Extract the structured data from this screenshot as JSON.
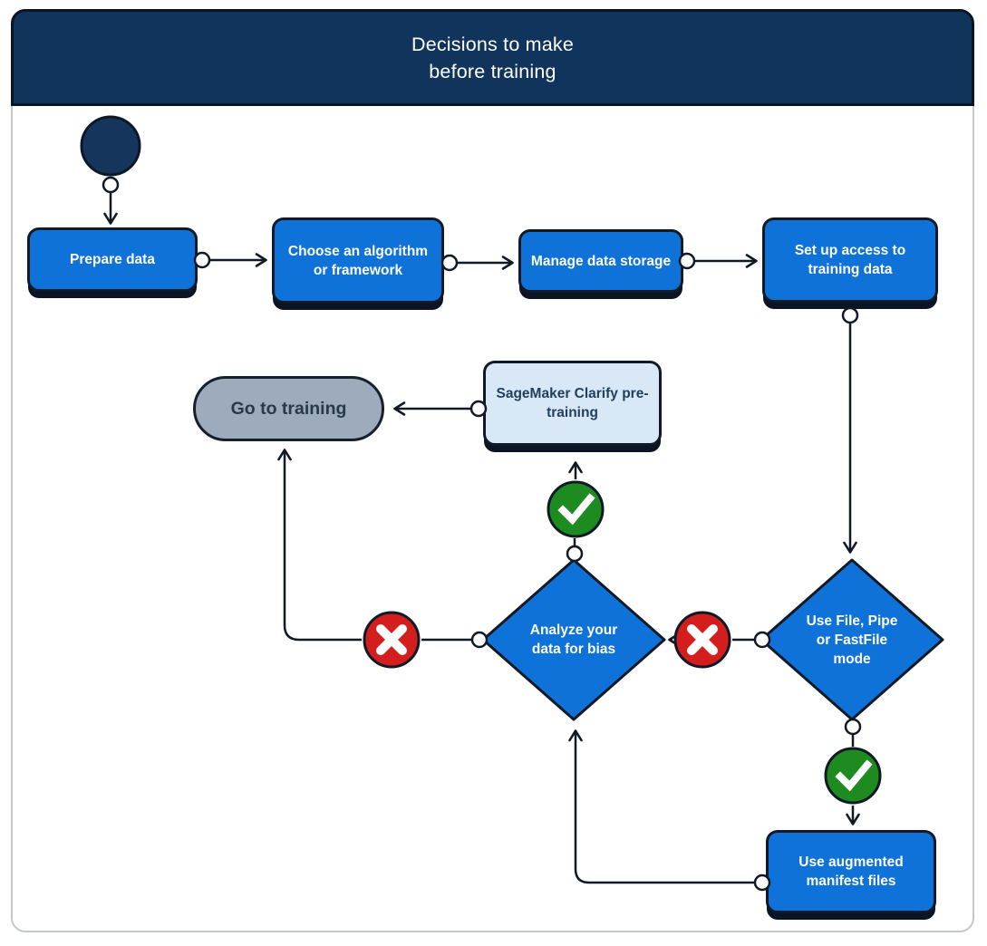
{
  "header": {
    "title_line1": "Decisions to make",
    "title_line2": "before training"
  },
  "nodes": {
    "prepare_data": {
      "label": "Prepare data"
    },
    "choose_algorithm": {
      "label": "Choose an algorithm or framework"
    },
    "manage_storage": {
      "label": "Manage data storage"
    },
    "setup_access": {
      "label": "Set up access to training data"
    },
    "sagemaker_clarify": {
      "label": "SageMaker Clarify pre-training"
    },
    "go_to_training": {
      "label": "Go to training"
    },
    "analyze_bias": {
      "label": "Analyze your data for bias"
    },
    "file_mode": {
      "label": "Use File, Pipe or FastFile mode"
    },
    "augmented_manifest": {
      "label": "Use augmented manifest files"
    }
  },
  "icons": {
    "start": "start-node-icon",
    "yes": "check-icon",
    "no": "x-icon",
    "connector": "connector-dot"
  },
  "colors": {
    "header_bg": "#10345c",
    "process_fill": "#0e72d8",
    "process_text": "#ffffff",
    "clarify_fill": "#d8e8f6",
    "clarify_text": "#21405f",
    "terminal_fill": "#9eabbc",
    "terminal_text": "#2a384c",
    "start_fill": "#16355c",
    "yes_fill": "#1e8b20",
    "no_fill": "#d41e1e",
    "line": "#101a26",
    "shadow": "#0a1422",
    "card_border": "#c5c9cc"
  }
}
